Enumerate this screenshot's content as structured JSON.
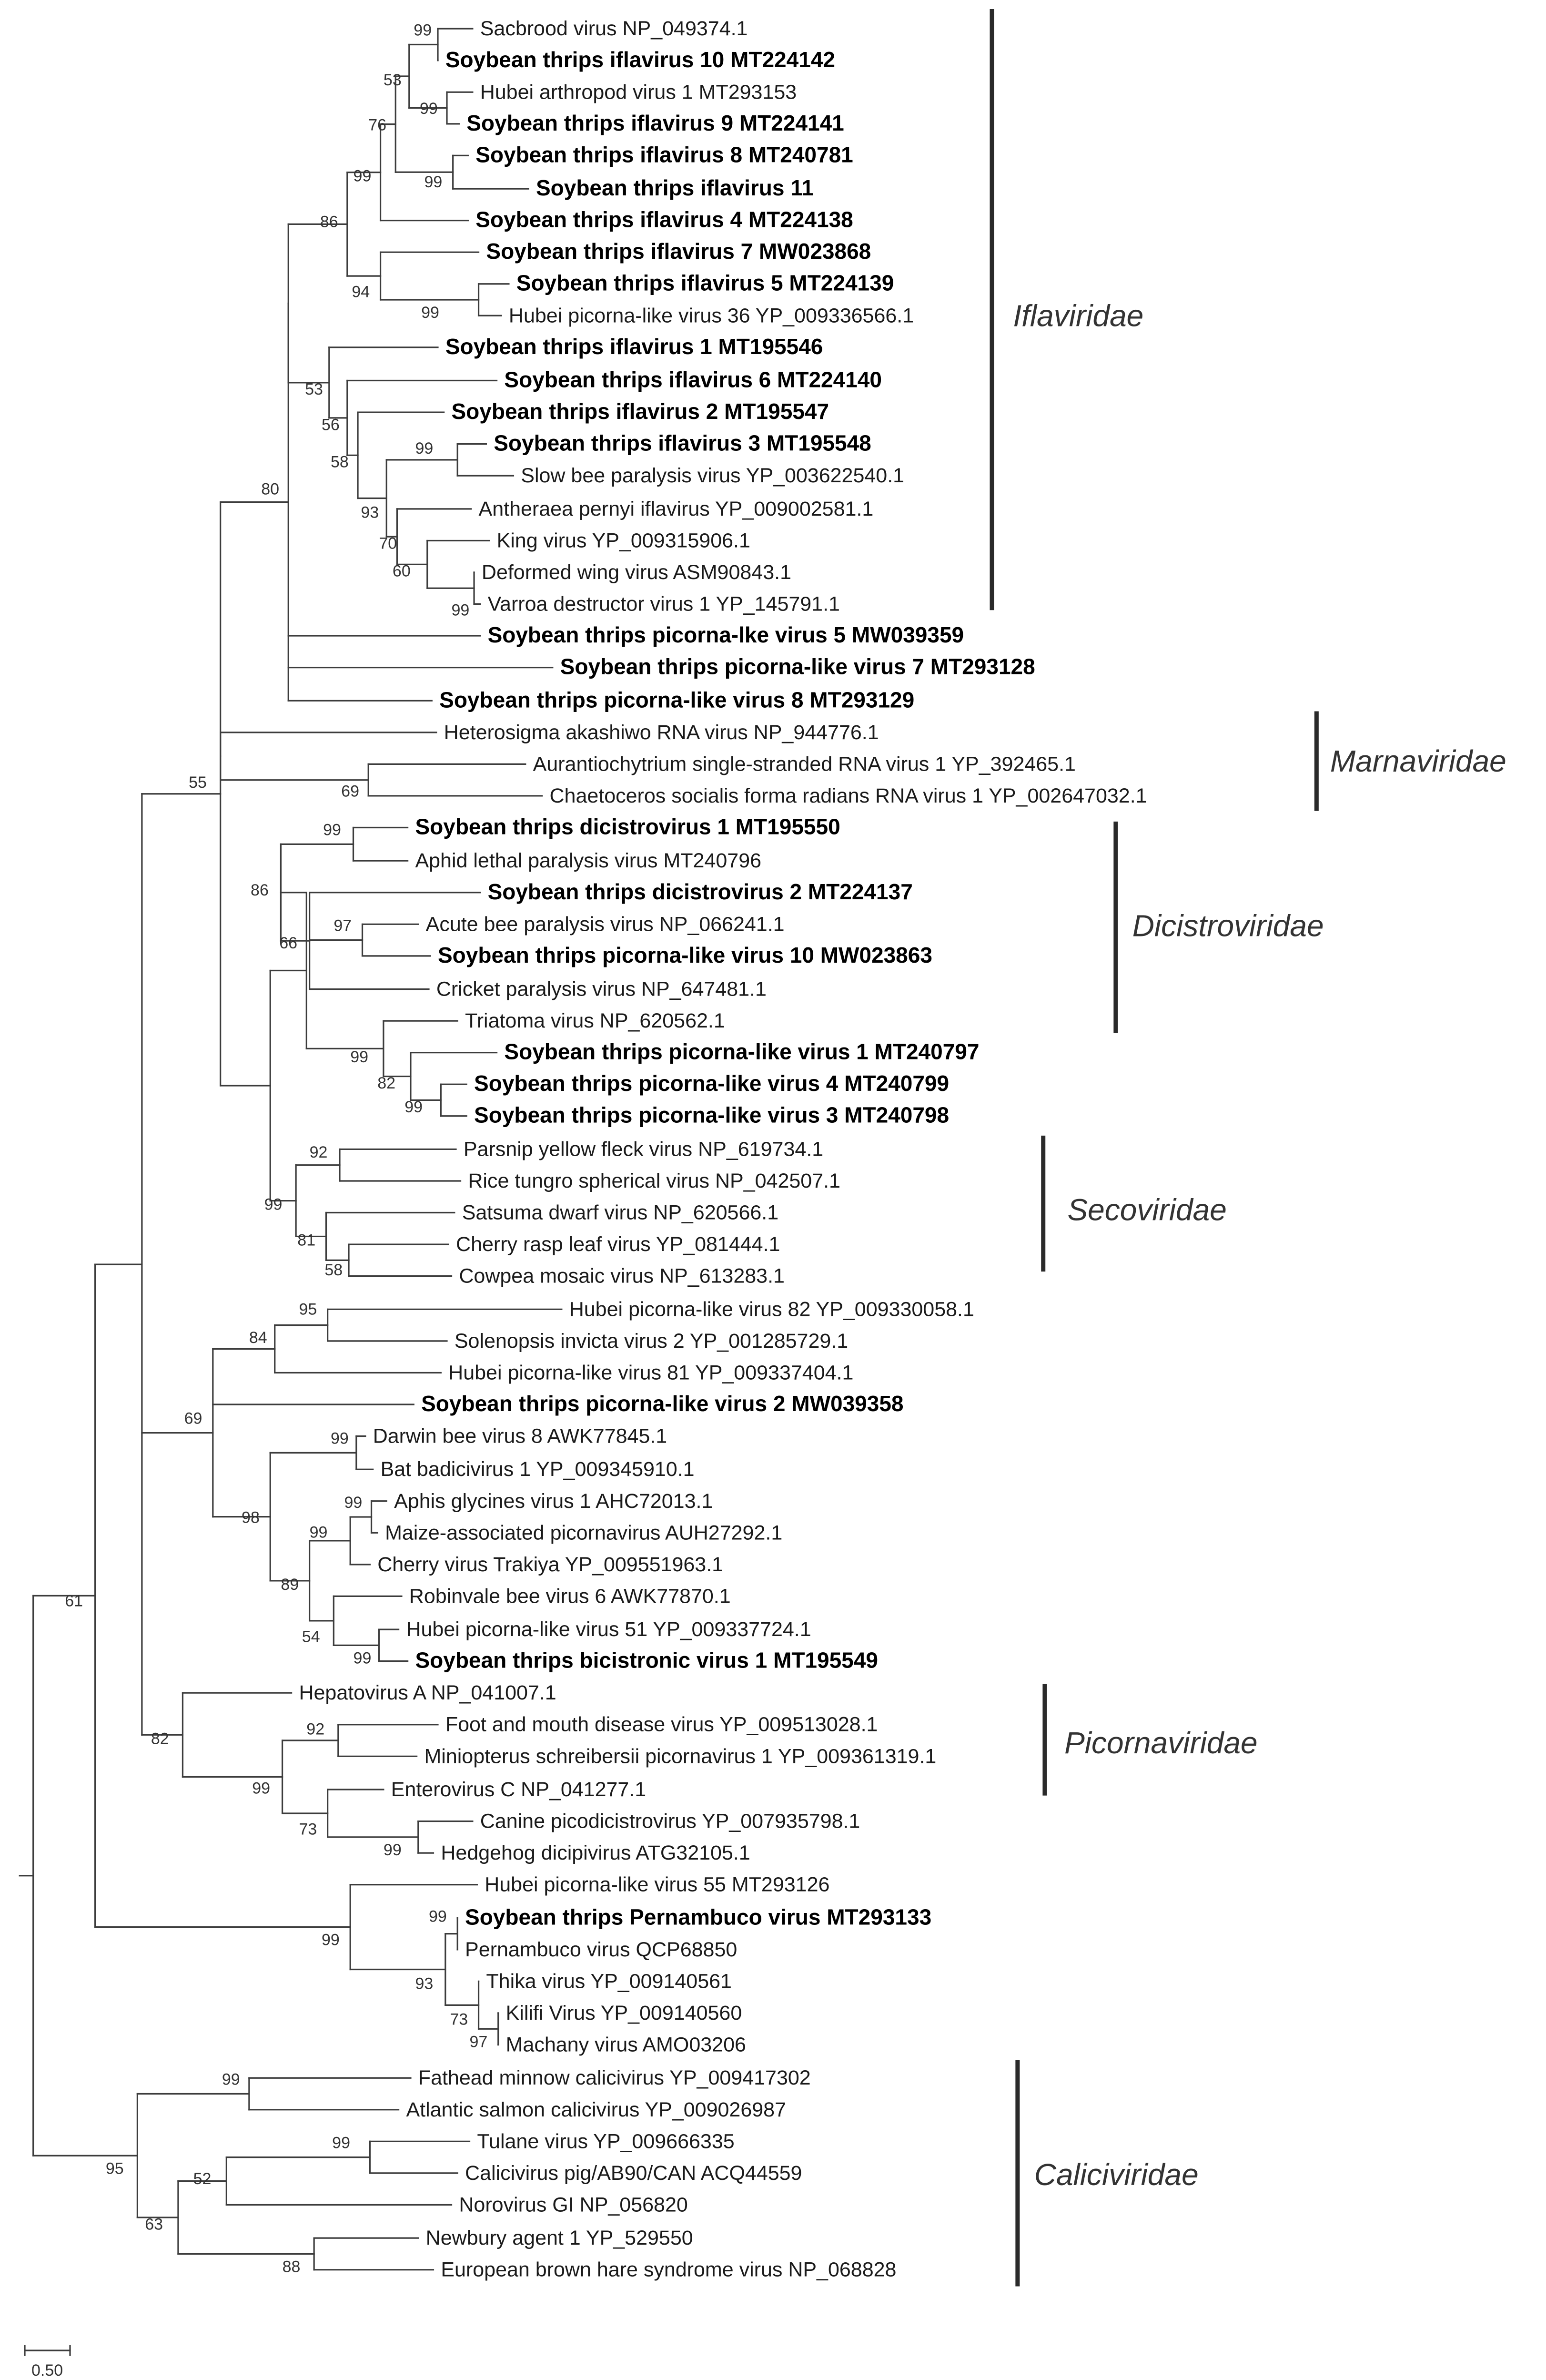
{
  "tree": {
    "tips": [
      {
        "key": "sacbrood",
        "label": "Sacbrood virus NP_049374.1",
        "bold": false
      },
      {
        "key": "stifv10",
        "label": "Soybean thrips iflavirus 10 MT224142",
        "bold": true
      },
      {
        "key": "hubeiarthropod1",
        "label": "Hubei arthropod virus 1 MT293153",
        "bold": false
      },
      {
        "key": "stifv9",
        "label": "Soybean thrips iflavirus 9 MT224141",
        "bold": true
      },
      {
        "key": "stifv8",
        "label": "Soybean thrips iflavirus 8 MT240781",
        "bold": true
      },
      {
        "key": "stifv11",
        "label": "Soybean thrips iflavirus 11",
        "bold": true
      },
      {
        "key": "stifv4",
        "label": "Soybean thrips iflavirus 4 MT224138",
        "bold": true
      },
      {
        "key": "stifv7",
        "label": "Soybean thrips iflavirus 7 MW023868",
        "bold": true
      },
      {
        "key": "stifv5",
        "label": "Soybean thrips iflavirus 5 MT224139",
        "bold": true
      },
      {
        "key": "hubeipl36",
        "label": "Hubei picorna-like virus 36 YP_009336566.1",
        "bold": false
      },
      {
        "key": "stifv1",
        "label": "Soybean thrips iflavirus 1 MT195546",
        "bold": true
      },
      {
        "key": "stifv6",
        "label": "Soybean thrips iflavirus 6 MT224140",
        "bold": true
      },
      {
        "key": "stifv2",
        "label": "Soybean thrips iflavirus 2 MT195547",
        "bold": true
      },
      {
        "key": "stifv3",
        "label": "Soybean thrips iflavirus 3 MT195548",
        "bold": true
      },
      {
        "key": "sbpv",
        "label": "Slow bee paralysis virus YP_003622540.1",
        "bold": false
      },
      {
        "key": "antheraea",
        "label": "Antheraea pernyi iflavirus YP_009002581.1",
        "bold": false
      },
      {
        "key": "king",
        "label": "King virus YP_009315906.1",
        "bold": false
      },
      {
        "key": "dwv",
        "label": "Deformed wing virus ASM90843.1",
        "bold": false
      },
      {
        "key": "varroa",
        "label": "Varroa destructor virus 1 YP_145791.1",
        "bold": false
      },
      {
        "key": "stplv5",
        "label": "Soybean thrips picorna-lke virus 5 MW039359",
        "bold": true
      },
      {
        "key": "stplv7",
        "label": "Soybean thrips picorna-like virus 7 MT293128",
        "bold": true
      },
      {
        "key": "stplv8",
        "label": "Soybean thrips picorna-like virus 8 MT293129",
        "bold": true
      },
      {
        "key": "hetero",
        "label": "Heterosigma akashiwo RNA virus NP_944776.1",
        "bold": false
      },
      {
        "key": "aurantio",
        "label": "Aurantiochytrium single-stranded RNA virus 1 YP_392465.1",
        "bold": false
      },
      {
        "key": "chaetoceros",
        "label": "Chaetoceros socialis forma radians RNA virus 1 YP_002647032.1",
        "bold": false
      },
      {
        "key": "stdv1",
        "label": "Soybean thrips dicistrovirus 1 MT195550",
        "bold": true
      },
      {
        "key": "aphidlethal",
        "label": "Aphid lethal paralysis virus MT240796",
        "bold": false
      },
      {
        "key": "stdv2",
        "label": "Soybean thrips dicistrovirus 2 MT224137",
        "bold": true
      },
      {
        "key": "abpv",
        "label": "Acute bee paralysis virus NP_066241.1",
        "bold": false
      },
      {
        "key": "stplv10",
        "label": "Soybean thrips picorna-like virus 10 MW023863",
        "bold": true
      },
      {
        "key": "cricket",
        "label": "Cricket paralysis virus NP_647481.1",
        "bold": false
      },
      {
        "key": "triatoma",
        "label": "Triatoma virus NP_620562.1",
        "bold": false
      },
      {
        "key": "stplv1",
        "label": "Soybean thrips picorna-like virus 1 MT240797",
        "bold": true
      },
      {
        "key": "stplv4",
        "label": "Soybean thrips picorna-like virus 4 MT240799",
        "bold": true
      },
      {
        "key": "stplv3",
        "label": "Soybean thrips picorna-like virus 3 MT240798",
        "bold": true
      },
      {
        "key": "parsnip",
        "label": "Parsnip yellow fleck virus NP_619734.1",
        "bold": false
      },
      {
        "key": "ricetungro",
        "label": "Rice tungro spherical virus NP_042507.1",
        "bold": false
      },
      {
        "key": "satsuma",
        "label": "Satsuma dwarf virus NP_620566.1",
        "bold": false
      },
      {
        "key": "cherryrasp",
        "label": "Cherry rasp leaf virus YP_081444.1",
        "bold": false
      },
      {
        "key": "cowpea",
        "label": "Cowpea mosaic virus NP_613283.1",
        "bold": false
      },
      {
        "key": "hubeipl82",
        "label": "Hubei picorna-like virus 82 YP_009330058.1",
        "bold": false
      },
      {
        "key": "solenopsis",
        "label": "Solenopsis invicta virus 2 YP_001285729.1",
        "bold": false
      },
      {
        "key": "hubeipl81",
        "label": "Hubei picorna-like virus 81 YP_009337404.1",
        "bold": false
      },
      {
        "key": "stplv2",
        "label": "Soybean thrips picorna-like virus 2 MW039358",
        "bold": true
      },
      {
        "key": "darwin",
        "label": "Darwin bee virus 8 AWK77845.1",
        "bold": false
      },
      {
        "key": "batbadici",
        "label": "Bat badicivirus 1 YP_009345910.1",
        "bold": false
      },
      {
        "key": "aphisgly",
        "label": "Aphis glycines virus 1 AHC72013.1",
        "bold": false
      },
      {
        "key": "maize",
        "label": "Maize-associated picornavirus AUH27292.1",
        "bold": false
      },
      {
        "key": "cherrytrakiya",
        "label": "Cherry virus Trakiya YP_009551963.1",
        "bold": false
      },
      {
        "key": "robinvale",
        "label": "Robinvale bee virus 6 AWK77870.1",
        "bold": false
      },
      {
        "key": "hubeipl51",
        "label": "Hubei picorna-like virus 51 YP_009337724.1",
        "bold": false
      },
      {
        "key": "stbv1",
        "label": "Soybean thrips bicistronic virus 1 MT195549",
        "bold": true
      },
      {
        "key": "hepatoA",
        "label": "Hepatovirus A NP_041007.1",
        "bold": false
      },
      {
        "key": "fmdv",
        "label": "Foot and mouth disease virus YP_009513028.1",
        "bold": false
      },
      {
        "key": "miniopterus",
        "label": "Miniopterus schreibersii picornavirus 1 YP_009361319.1",
        "bold": false
      },
      {
        "key": "enteroC",
        "label": "Enterovirus C NP_041277.1",
        "bold": false
      },
      {
        "key": "canine",
        "label": "Canine picodicistrovirus YP_007935798.1",
        "bold": false
      },
      {
        "key": "hedgehog",
        "label": "Hedgehog dicipivirus ATG32105.1",
        "bold": false
      },
      {
        "key": "hubeipl55",
        "label": "Hubei picorna-like virus 55 MT293126",
        "bold": false
      },
      {
        "key": "stpern",
        "label": "Soybean thrips Pernambuco virus MT293133",
        "bold": true
      },
      {
        "key": "pernambuco",
        "label": "Pernambuco virus QCP68850",
        "bold": false
      },
      {
        "key": "thika",
        "label": "Thika virus YP_009140561",
        "bold": false
      },
      {
        "key": "kilifi",
        "label": "Kilifi Virus YP_009140560",
        "bold": false
      },
      {
        "key": "machany",
        "label": "Machany virus AMO03206",
        "bold": false
      },
      {
        "key": "fathead",
        "label": "Fathead minnow calicivirus YP_009417302",
        "bold": false
      },
      {
        "key": "atlantic",
        "label": "Atlantic salmon calicivirus YP_009026987",
        "bold": false
      },
      {
        "key": "tulane",
        "label": "Tulane virus YP_009666335",
        "bold": false
      },
      {
        "key": "calicipig",
        "label": "Calicivirus pig/AB90/CAN ACQ44559",
        "bold": false
      },
      {
        "key": "norovirus",
        "label": "Norovirus GI NP_056820",
        "bold": false
      },
      {
        "key": "newbury",
        "label": "Newbury agent 1 YP_529550",
        "bold": false
      },
      {
        "key": "ebhs",
        "label": "European brown hare syndrome virus NP_068828",
        "bold": false
      }
    ],
    "support_values": [
      {
        "node": "sacbrood+stifv10",
        "value": "99"
      },
      {
        "node": "sacbrood-group",
        "value": "53"
      },
      {
        "node": "hubeiarthropod1+stifv9",
        "value": "99"
      },
      {
        "node": "group-a",
        "value": "76"
      },
      {
        "node": "group-b",
        "value": "99"
      },
      {
        "node": "stifv8+stifv11",
        "value": "99"
      },
      {
        "node": "group-c",
        "value": "86"
      },
      {
        "node": "stifv7-group",
        "value": "94"
      },
      {
        "node": "stifv5+hubeipl36",
        "value": "99"
      },
      {
        "node": "group-e",
        "value": "53"
      },
      {
        "node": "group-f",
        "value": "56"
      },
      {
        "node": "group-g",
        "value": "58"
      },
      {
        "node": "stifv3+sbpv",
        "value": "99"
      },
      {
        "node": "group-h",
        "value": "93"
      },
      {
        "node": "group-i",
        "value": "70"
      },
      {
        "node": "group-j",
        "value": "60"
      },
      {
        "node": "dwv+varroa",
        "value": "99"
      },
      {
        "node": "iflaviridae-root",
        "value": "80"
      },
      {
        "node": "marnaviridae",
        "value": "69"
      },
      {
        "node": "stdv1+aphidlethal",
        "value": "99"
      },
      {
        "node": "dicistro-a",
        "value": "86"
      },
      {
        "node": "abpv+stplv10",
        "value": "97"
      },
      {
        "node": "dicistro-b",
        "value": "66"
      },
      {
        "node": "triatoma-group",
        "value": "99"
      },
      {
        "node": "stplv4+stplv3-parent",
        "value": "82"
      },
      {
        "node": "stplv4+stplv3",
        "value": "99"
      },
      {
        "node": "major-clade",
        "value": "55"
      },
      {
        "node": "parsnip+ricetungro",
        "value": "92"
      },
      {
        "node": "secoviridae",
        "value": "99"
      },
      {
        "node": "satsuma-group",
        "value": "81"
      },
      {
        "node": "cherryrasp+cowpea",
        "value": "58"
      },
      {
        "node": "hubeipl82+solenopsis",
        "value": "95"
      },
      {
        "node": "hubeipl81-group",
        "value": "84"
      },
      {
        "node": "darwin+batbadici",
        "value": "99"
      },
      {
        "node": "aphisgly+maize",
        "value": "99"
      },
      {
        "node": "aphisgly-group",
        "value": "99"
      },
      {
        "node": "darwin-group",
        "value": "98"
      },
      {
        "node": "robinvale-group",
        "value": "89"
      },
      {
        "node": "hubeipl51-group",
        "value": "54"
      },
      {
        "node": "hubeipl51+stbv1",
        "value": "99"
      },
      {
        "node": "mid-clade",
        "value": "69"
      },
      {
        "node": "upper-root",
        "value": "61"
      },
      {
        "node": "fmdv+miniopterus",
        "value": "92"
      },
      {
        "node": "picorna-core",
        "value": "99"
      },
      {
        "node": "canine-group",
        "value": "73"
      },
      {
        "node": "canine+hedgehog",
        "value": "99"
      },
      {
        "node": "picornaviridae",
        "value": "82"
      },
      {
        "node": "stpern+pernambuco",
        "value": "99"
      },
      {
        "node": "pernambuco-group",
        "value": "99"
      },
      {
        "node": "thika-group",
        "value": "93"
      },
      {
        "node": "kilifi-group",
        "value": "73"
      },
      {
        "node": "kilifi+machany",
        "value": "97"
      },
      {
        "node": "fathead+atlantic",
        "value": "99"
      },
      {
        "node": "tulane+calicipig",
        "value": "99"
      },
      {
        "node": "tulane-group",
        "value": "52"
      },
      {
        "node": "calici-root",
        "value": "95"
      },
      {
        "node": "newbury+ebhs",
        "value": "88"
      },
      {
        "node": "newbury-group",
        "value": "63"
      }
    ],
    "families": [
      {
        "key": "iflaviridae",
        "name": "Iflaviridae"
      },
      {
        "key": "marnaviridae",
        "name": "Marnaviridae"
      },
      {
        "key": "dicistroviridae",
        "name": "Dicistroviridae"
      },
      {
        "key": "secoviridae",
        "name": "Secoviridae"
      },
      {
        "key": "picornaviridae",
        "name": "Picornaviridae"
      },
      {
        "key": "caliciviridae",
        "name": "Caliciviridae"
      }
    ],
    "scale_bar": {
      "value": "0.50"
    }
  },
  "colors": {
    "branch": "#3c3c3c",
    "text": "#1a1a1a",
    "bracket": "#2a2a2a"
  }
}
